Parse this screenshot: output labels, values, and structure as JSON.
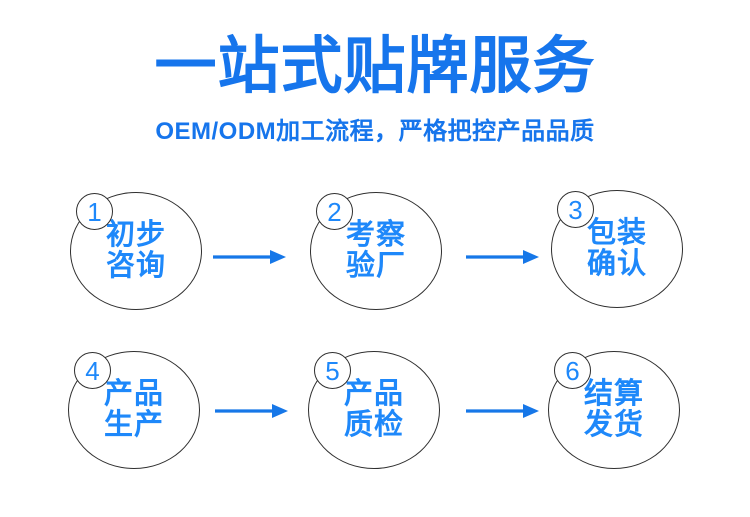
{
  "page": {
    "title": "一站式贴牌服务",
    "subtitle": "OEM/ODM加工流程，严格把控产品品质"
  },
  "colors": {
    "title_blue": "#1675ec",
    "step_text_blue": "#1e88fa",
    "arrow_blue": "#1677e8",
    "circle_stroke": "#2f2f2f"
  },
  "steps": [
    {
      "num": "1",
      "line1": "初步",
      "line2": "咨询"
    },
    {
      "num": "2",
      "line1": "考察",
      "line2": "验厂"
    },
    {
      "num": "3",
      "line1": "包装",
      "line2": "确认"
    },
    {
      "num": "4",
      "line1": "产品",
      "line2": "生产"
    },
    {
      "num": "5",
      "line1": "产品",
      "line2": "质检"
    },
    {
      "num": "6",
      "line1": "结算",
      "line2": "发货"
    }
  ]
}
